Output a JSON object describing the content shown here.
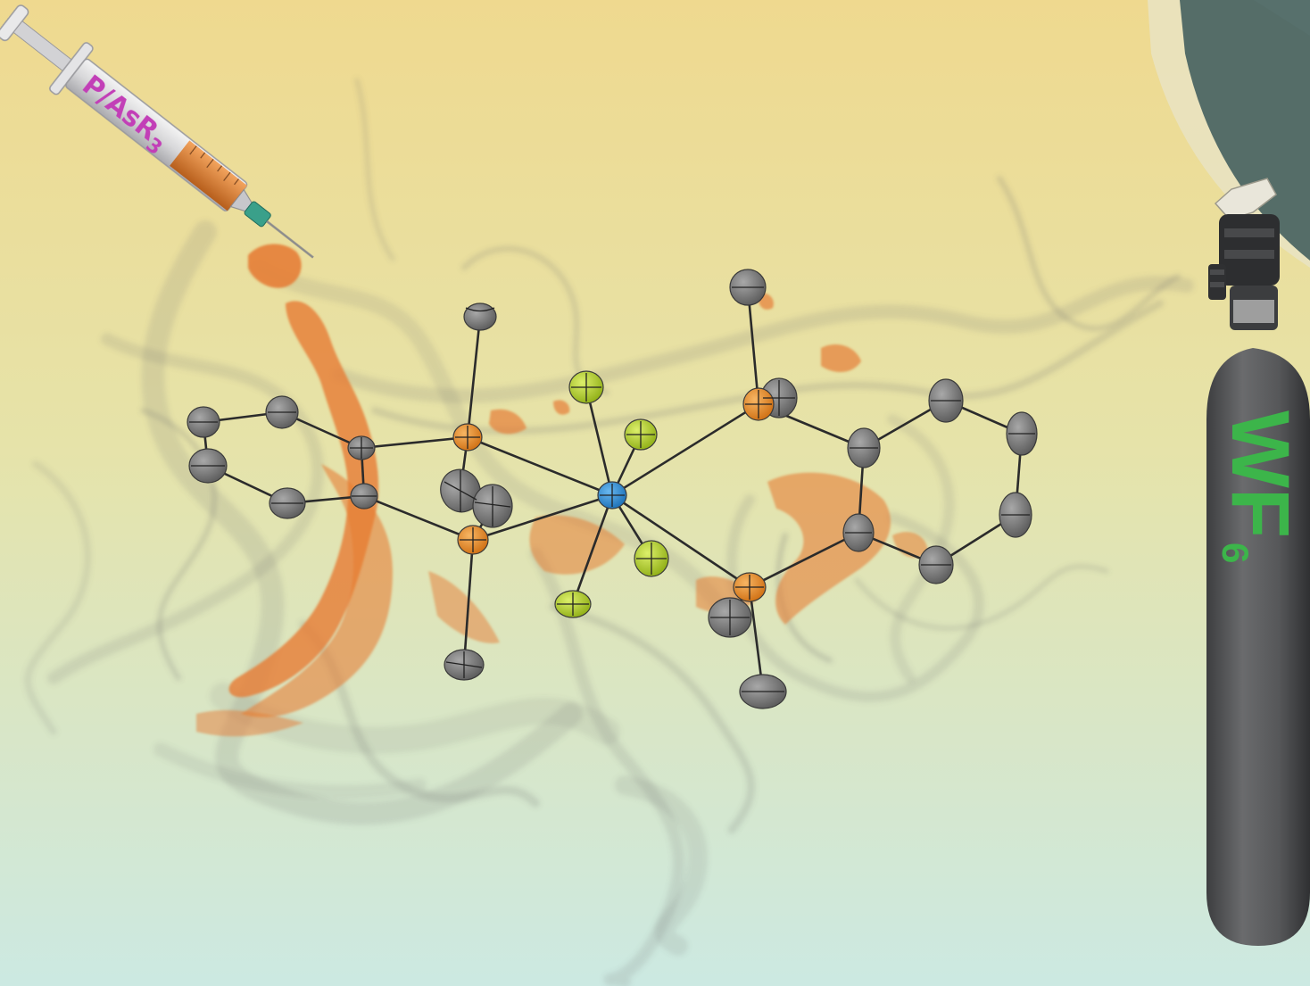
{
  "syringe": {
    "label_main": "P/AsR",
    "label_sub": "3"
  },
  "cylinder": {
    "label_main": "WF",
    "label_sub": "6"
  },
  "colors": {
    "background_top": "#efd98f",
    "background_bottom": "#cce9e2",
    "label_magenta": "#c23fb7",
    "label_green": "#3cb54a",
    "carbon": "#7d7d7d",
    "phosphorus": "#e8912a",
    "fluorine": "#b9d631",
    "tungsten": "#2f8fd8",
    "orange_residue": "#e67e36",
    "smoke": "#6e6e6e",
    "cylinder_body": "#555658",
    "lens_dark": "#3f5a58"
  }
}
